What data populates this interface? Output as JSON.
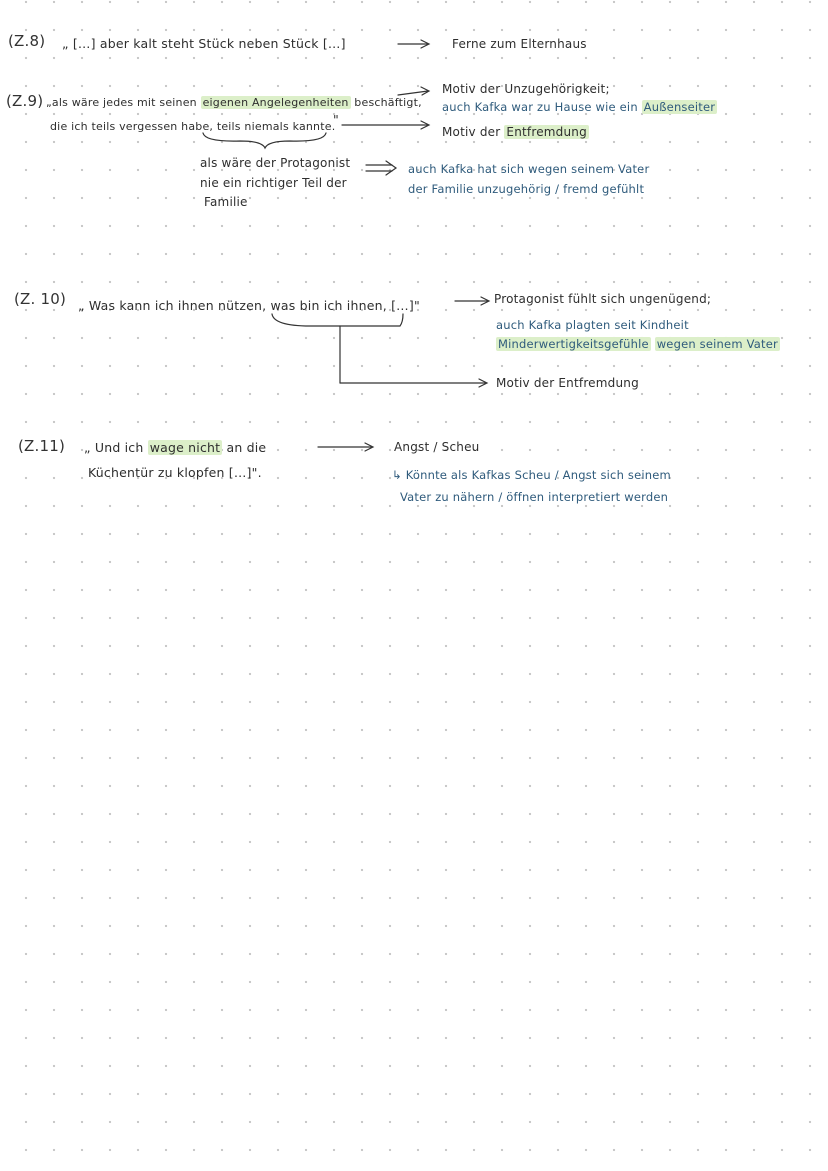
{
  "n1": {
    "ref": "(Z.8)",
    "quote": "„ […] aber kalt steht Stück neben Stück […]",
    "result": "Ferne zum Elternhaus"
  },
  "n2": {
    "ref": "(Z.9)",
    "quote_a": "„als wäre jedes mit seinen",
    "quote_hl": "eigenen Angelegenheiten",
    "quote_b": "beschäftigt,",
    "quote_line2": "die ich teils vergessen habe,",
    "quote_line2_ul": "teils niemals kannte.",
    "quote_close": "\"",
    "result1": "Motiv der Unzugehörigkeit;",
    "result1_blue_a": "auch Kafka war zu Hause wie ein",
    "result1_blue_hl": "Außenseiter",
    "result2_a": "Motiv der",
    "result2_hl": "Entfremdung",
    "sub_l1": "als wäre der Protagonist",
    "sub_l2": "nie ein richtiger Teil der",
    "sub_l3": "Familie",
    "sub_blue1": "auch Kafka hat sich wegen seinem Vater",
    "sub_blue2": "der Familie unzugehörig / fremd gefühlt"
  },
  "n3": {
    "ref": "(Z. 10)",
    "quote_a": "„ Was kann ich ihnen nützen,",
    "quote_b": "was bin ich ihnen,",
    "quote_c": "[…]\"",
    "result1": "Protagonist fühlt sich ungenügend;",
    "blue1": "auch Kafka plagten seit Kindheit",
    "blue2_hl": "Minderwertigkeitsgefühle",
    "blue2_b": "wegen seinem Vater",
    "result2": "Motiv der Entfremdung"
  },
  "n4": {
    "ref": "(Z.11)",
    "quote_l1a": "„ Und ich",
    "quote_l1hl": "wage nicht",
    "quote_l1b": "an die",
    "quote_l2": "Küchentür zu klopfen […]\".",
    "result": "Angst / Scheu",
    "sub_blue1": "↳ Könnte als Kafkas Scheu / Angst sich seinem",
    "sub_blue2": "Vater zu nähern / öffnen interpretiert werden"
  }
}
